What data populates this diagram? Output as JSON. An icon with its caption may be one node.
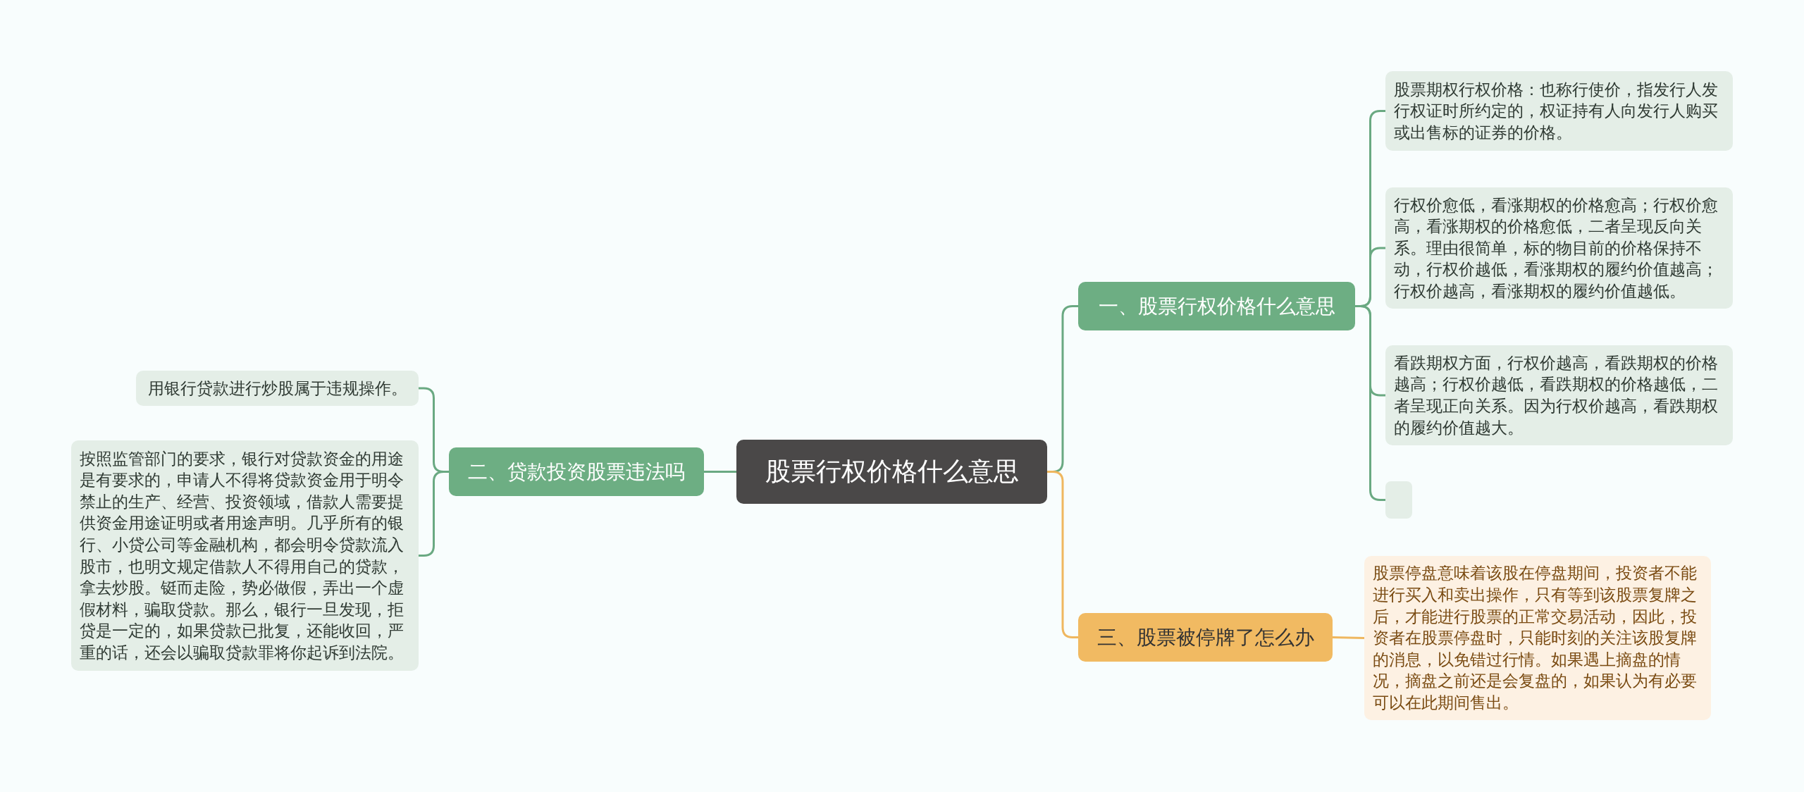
{
  "diagram": {
    "nodes": [
      {
        "text": [
          "股票行权价格什么意思"
        ]
      },
      {
        "text": [
          "一、股票行权价格什么意思"
        ]
      },
      {
        "text": [
          "股票期权行权价格：也称行使价，指发行人发行权证时所约定的，权证持有人向发行人购买或出售标的证券的价格。"
        ]
      },
      {
        "text": [
          "行权价愈低，看涨期权的价格愈高；行权价愈高，看涨期权的价格愈低，二者呈现反向关系。理由很简单，标的物目前的价格保持不动，行权价越低，看涨期权的履约价值越高；行权价越高，看涨期权的履约价值越低。"
        ]
      },
      {
        "text": [
          "看跌期权方面，行权价越高，看跌期权的价格越高；行权价越低，看跌期权的价格越低，二者呈现正向关系。因为行权价越高，看跌期权的履约价值越大。"
        ]
      },
      {
        "text": [],
        "shape": "box"
      },
      {
        "text": [
          "三、股票被停牌了怎么办"
        ]
      },
      {
        "text": [
          "股票停盘意味着该股在停盘期间，投资者不能进行买入和卖出操作，只有等到该股票复牌之后，才能进行股票的正常交易活动，因此，投资者在股票停盘时，只能时刻的关注该股复牌的消息，以免错过行情。如果遇上摘盘的情况，摘盘之前还是会复盘的，如果认为有必要可以在此期间售出。"
        ]
      },
      {
        "text": [
          "二、贷款投资股票违法吗"
        ]
      },
      {
        "text": [
          "用银行贷款进行炒股属于违规操作。"
        ]
      },
      {
        "text": [
          "按照监管部门的要求，银行对贷款资金的用途是有要求的，申请人不得将贷款资金用于明令禁止的生产、经营、投资领域，借款人需要提供资金用途证明或者用途声明。几乎所有的银行、小贷公司等金融机构，都会明令贷款流入股市，也明文规定借款人不得用自己的贷款，拿去炒股。铤而走险，势必做假，弄出一个虚假材料，骗取贷款。那么，银行一旦发现，拒贷是一定的，如果贷款已批复，还能收回，严重的话，还会以骗取贷款罪将你起诉到法院。"
        ]
      }
    ],
    "edges": [
      {
        "from": 0,
        "to": 1,
        "arrow": "none"
      },
      {
        "from": 1,
        "to": 2,
        "arrow": "none"
      },
      {
        "from": 1,
        "to": 3,
        "arrow": "none"
      },
      {
        "from": 1,
        "to": 4,
        "arrow": "none"
      },
      {
        "from": 1,
        "to": 5,
        "arrow": "none"
      },
      {
        "from": 0,
        "to": 6,
        "arrow": "none",
        "color": "#efb75f"
      },
      {
        "from": 6,
        "to": 7,
        "arrow": "none",
        "color": "#efb75f"
      },
      {
        "from": 0,
        "to": 8,
        "arrow": "none"
      },
      {
        "from": 8,
        "to": 9,
        "arrow": "none"
      },
      {
        "from": 8,
        "to": 10,
        "arrow": "none"
      }
    ]
  }
}
